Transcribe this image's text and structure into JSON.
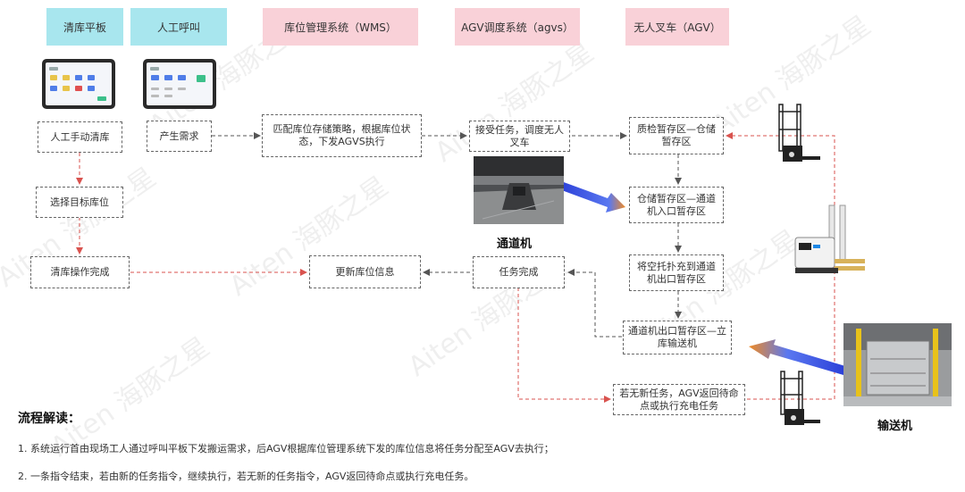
{
  "headers": {
    "tablet_clear": "清库平板",
    "manual_call": "人工呼叫",
    "wms": "库位管理系统（WMS）",
    "agvs": "AGV调度系统（agvs）",
    "agv": "无人叉车（AGV）"
  },
  "boxes": {
    "manual_clear": "人工手动清库",
    "select_target": "选择目标库位",
    "clear_done": "清库操作完成",
    "generate_demand": "产生需求",
    "match_strategy": "匹配库位存储策略，根据库位状态，下发AGVS执行",
    "update_info": "更新库位信息",
    "accept_task": "接受任务，调度无人叉车",
    "task_done": "任务完成",
    "qc_to_storage": "质检暂存区—仓储暂存区",
    "storage_to_channel": "仓储暂存区—通道机入口暂存区",
    "empty_pallet": "将空托扑充到通道机出口暂存区",
    "channel_to_conveyor": "通道机出口暂存区—立库输送机",
    "no_new_task": "若无新任务，AGV返回待命点或执行充电任务"
  },
  "captions": {
    "channel_machine": "通道机",
    "conveyor": "输送机"
  },
  "notes": {
    "title": "流程解读：",
    "items": [
      "1.   系统运行首由现场工人通过呼叫平板下发搬运需求，后AGV根据库位管理系统下发的库位信息将任务分配至AGV去执行；",
      "2.   一条指令结束，若由新的任务指令，继续执行，若无新的任务指令，AGV返回待命点或执行充电任务。"
    ]
  },
  "colors": {
    "header_cyan": "#a8e6ee",
    "header_pink": "#f9d1d8",
    "red_arrow": "#d9534f",
    "gray_arrow": "#555555",
    "blue_arrow": "#3a56e8",
    "orange_arrow": "#f08a24"
  }
}
